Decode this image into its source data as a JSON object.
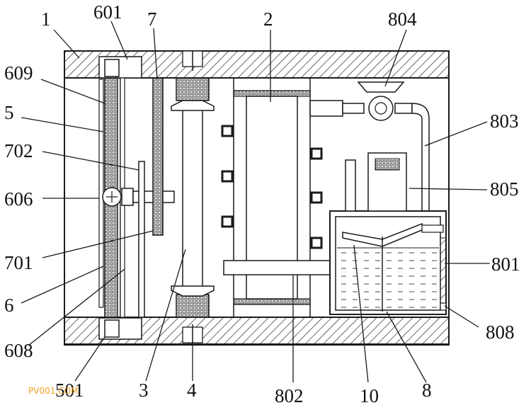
{
  "diagram": {
    "labels": {
      "l1": "1",
      "l601": "601",
      "l7": "7",
      "l2": "2",
      "l804": "804",
      "l609": "609",
      "l5": "5",
      "l803": "803",
      "l702": "702",
      "l805": "805",
      "l606": "606",
      "l801": "801",
      "l701": "701",
      "l6": "6",
      "l808": "808",
      "l608": "608",
      "l501": "501",
      "l3": "3",
      "l4": "4",
      "l802": "802",
      "l10": "10",
      "l8": "8"
    },
    "watermark": "PV001.COM",
    "colors": {
      "line": "#1a1a1a",
      "water_dash": "#444444",
      "watermark": "#f0a020"
    }
  }
}
